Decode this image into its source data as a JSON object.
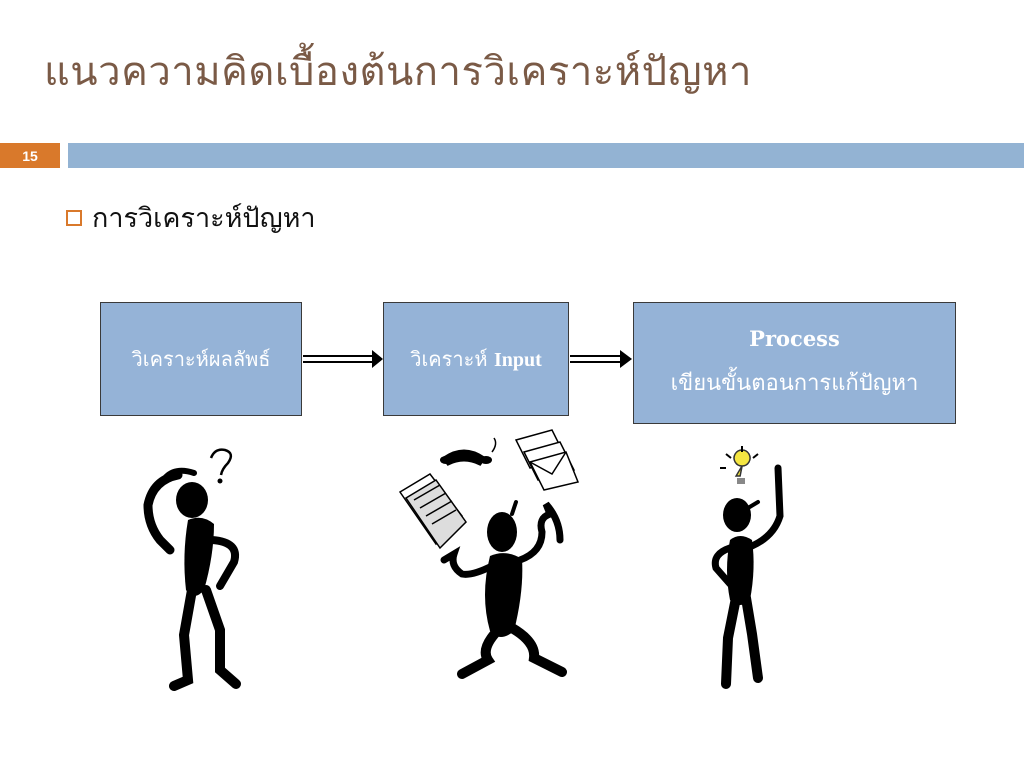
{
  "title": "แนวความคิดเบื้องต้นการวิเคราะห์ปัญหา",
  "slide_number": "15",
  "bullet": "การวิเคราะห์ปัญหา",
  "flow": {
    "step1": "วิเคราะห์ผลลัพธ์",
    "step2_thai": "วิเคราะห์",
    "step2_en": "Input",
    "step3_title": "Process",
    "step3_desc": "เขียนขั้นตอนการแก้ปัญหา"
  },
  "colors": {
    "title": "#7a5a46",
    "accent_orange": "#d9792b",
    "bar_blue": "#93b3d3",
    "box_fill": "#95b3d7"
  },
  "icons": [
    "question-mark-icon",
    "telephone-icon",
    "envelopes-icon",
    "document-stack-icon",
    "light-bulb-icon"
  ]
}
